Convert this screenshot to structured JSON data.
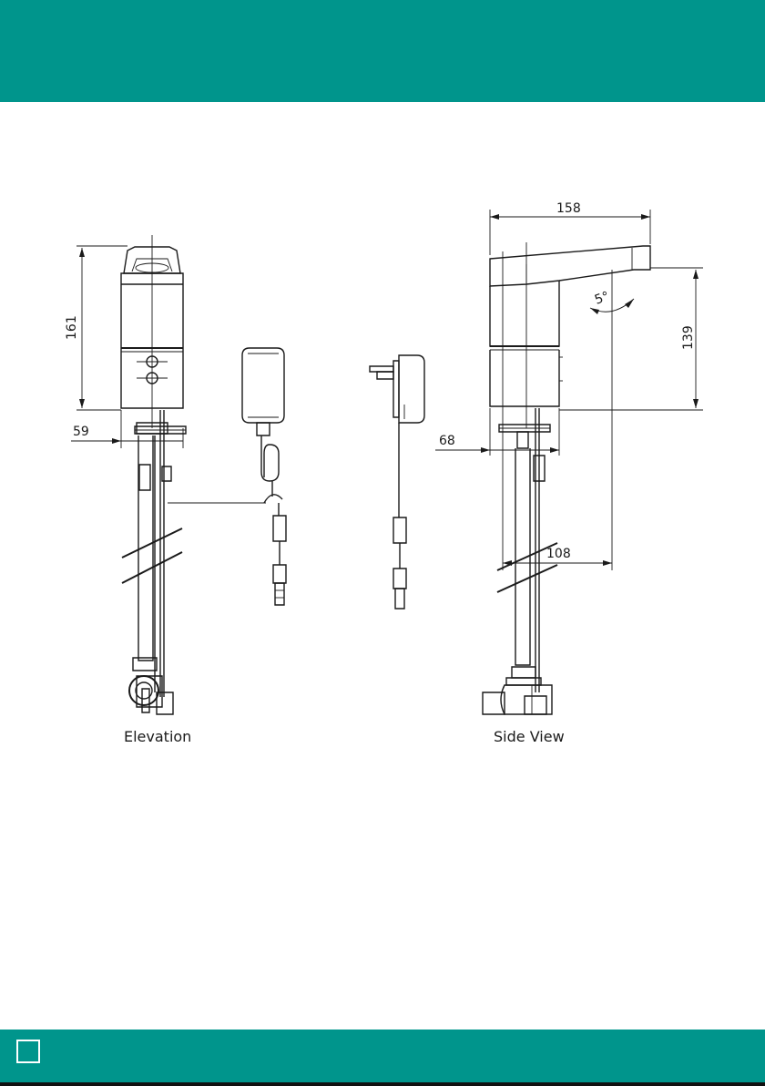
{
  "colors": {
    "brand": "#00958C",
    "ink": "#1a1a1a",
    "background": "#ffffff"
  },
  "captions": {
    "elevation": "Elevation",
    "side_view": "Side View"
  },
  "dimensions": {
    "height_elevation": "161",
    "width_elevation": "59",
    "spout_length": "158",
    "outlet_height": "139",
    "body_width_side": "68",
    "spout_reach": "108",
    "spout_angle": "5°"
  }
}
